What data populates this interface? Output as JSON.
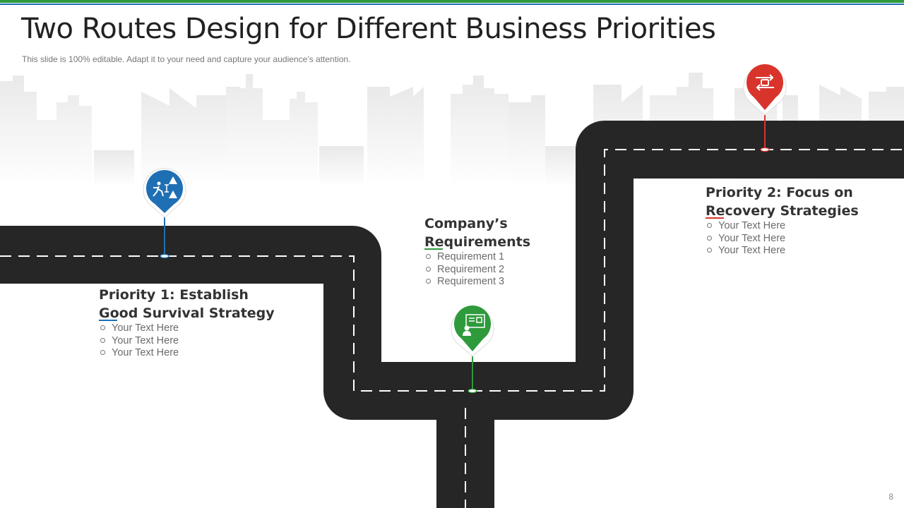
{
  "slide": {
    "title": "Two Routes Design for Different Business Priorities",
    "subtitle": "This slide is 100% editable. Adapt it to your need and capture your audience’s attention.",
    "page_number": "8"
  },
  "colors": {
    "road": "#262626",
    "lane_marking": "#ffffff",
    "priority_1": "#1f6fb5",
    "requirements": "#2e9a3c",
    "priority_2": "#d9342b",
    "skyline": "#eeeeee"
  },
  "blocks": [
    {
      "heading_line1": "Priority 1: Establish",
      "heading_line2": "Good Survival Strategy",
      "items": [
        "Your Text Here",
        "Your Text Here",
        "Your Text Here"
      ],
      "icon": "runner-obstacle-icon"
    },
    {
      "heading_line1": "Company’s",
      "heading_line2": "Requirements",
      "items": [
        "Requirement 1",
        "Requirement 2",
        "Requirement 3"
      ],
      "icon": "presentation-board-icon"
    },
    {
      "heading_line1": "Priority 2: Focus on",
      "heading_line2": "Recovery Strategies",
      "items": [
        "Your Text Here",
        "Your Text Here",
        "Your Text Here"
      ],
      "icon": "recovery-cycle-icon"
    }
  ]
}
